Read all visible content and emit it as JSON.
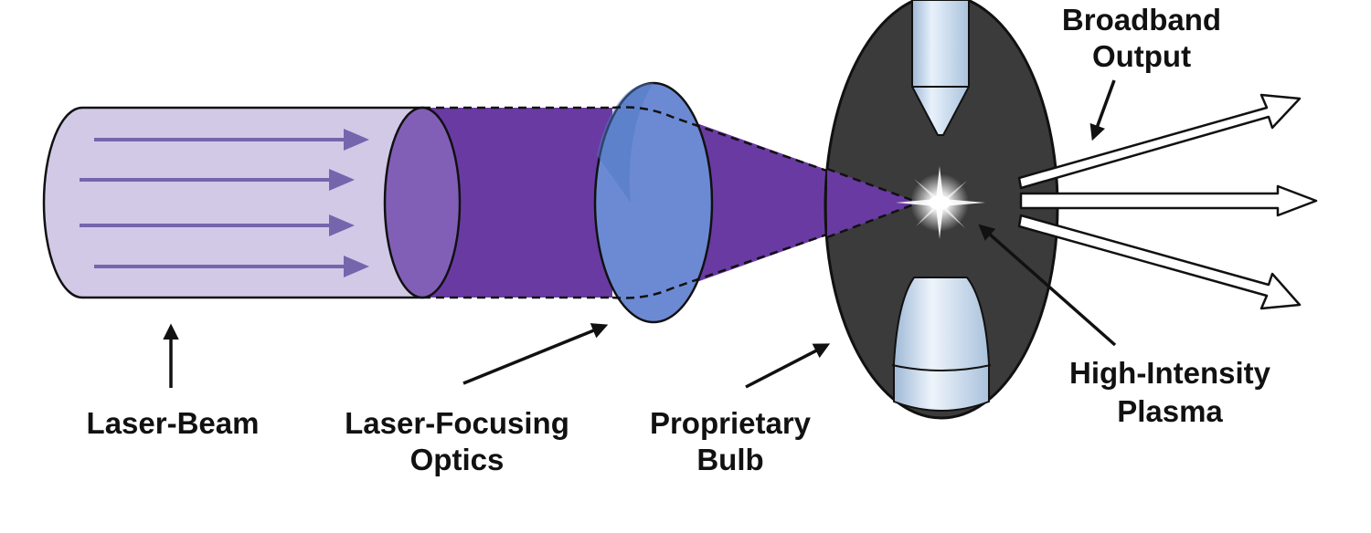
{
  "labels": {
    "laser_beam": "Laser-Beam",
    "focusing_optics": [
      "Laser-Focusing",
      "Optics"
    ],
    "bulb": [
      "Proprietary",
      "Bulb"
    ],
    "plasma": [
      "High-Intensity",
      "Plasma"
    ],
    "output": [
      "Broadband",
      "Output"
    ]
  },
  "colors": {
    "beam_tube": "#d2c9e7",
    "beam_arrows": "#7565ad",
    "beam_cone": "#6a3aa3",
    "beam_face": "#825fb6",
    "lens": "#6c8ad3",
    "bulb_body": "#3b3b3b",
    "electrode": "#c8dbee",
    "label_text": "#111111"
  },
  "icons": [
    "pointer-arrow-icon",
    "output-arrow-icon",
    "plasma-star-icon"
  ]
}
